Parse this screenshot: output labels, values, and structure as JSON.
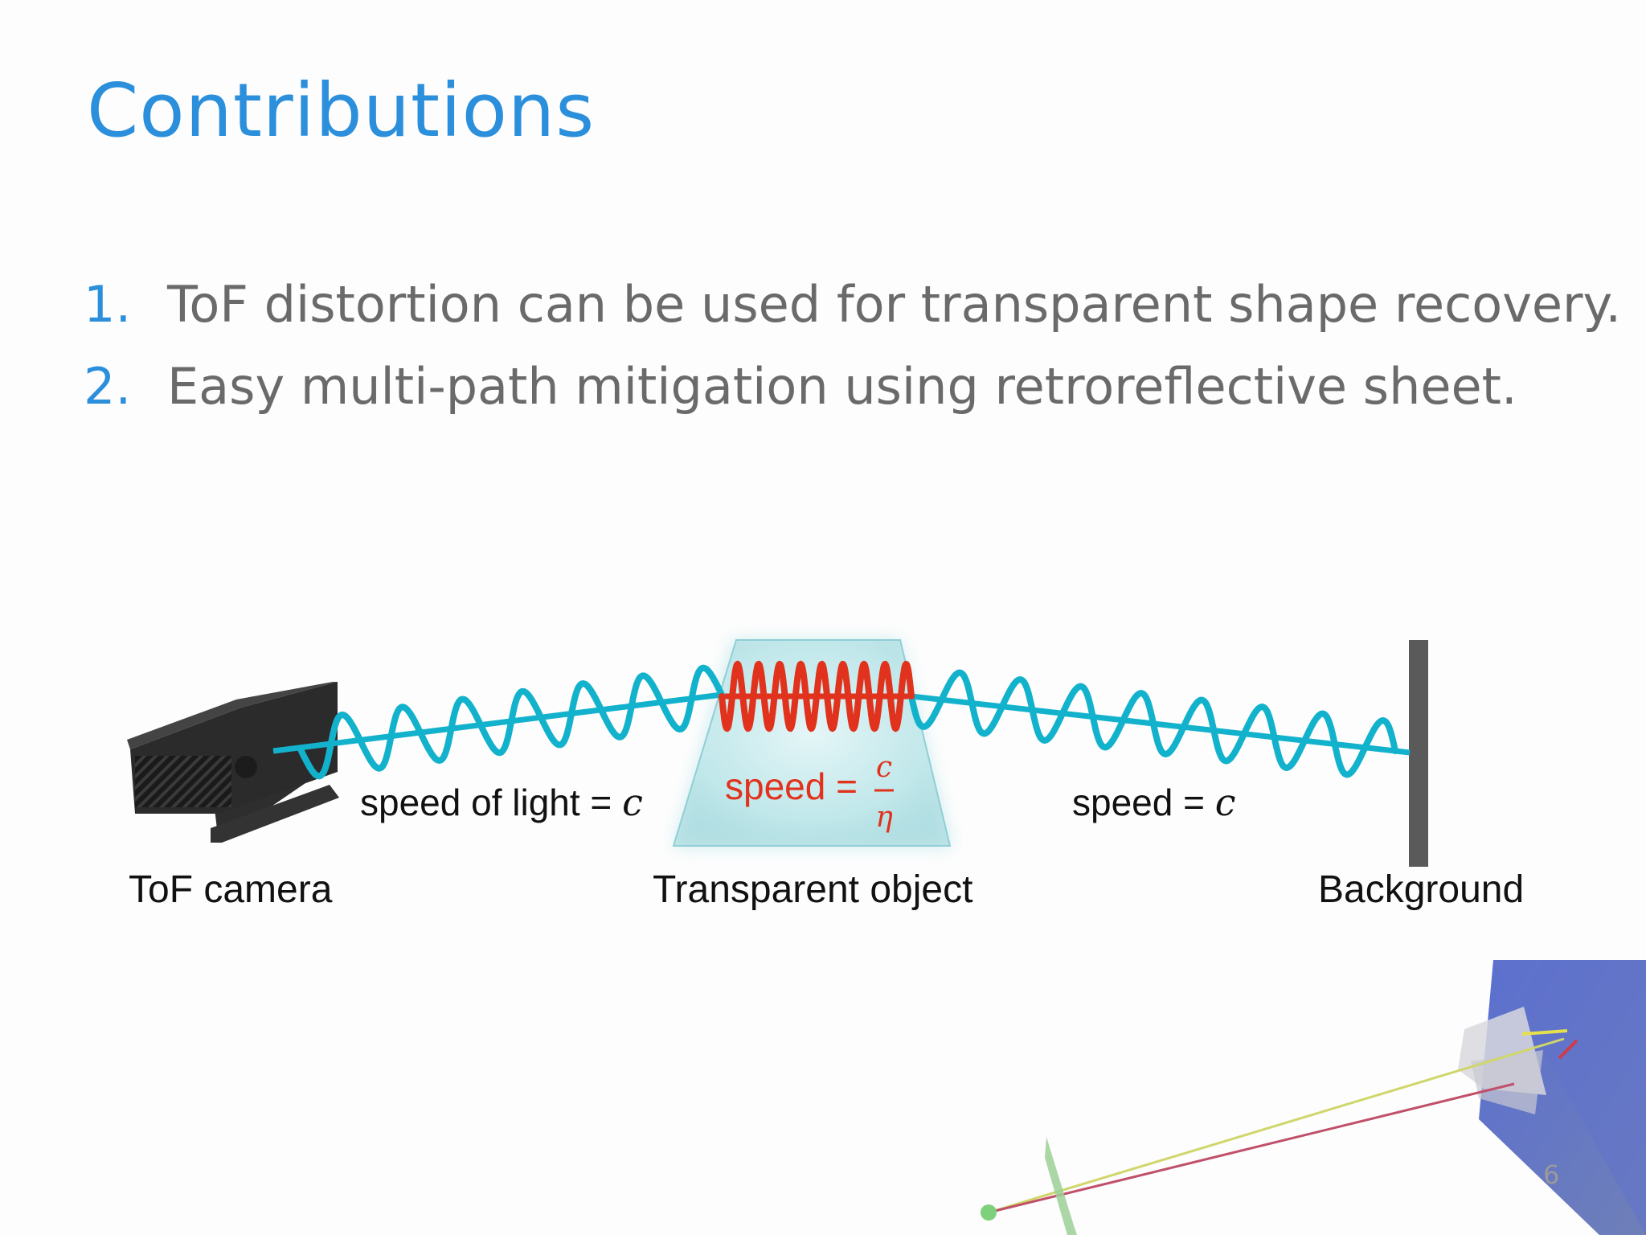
{
  "slide": {
    "title": "Contributions",
    "items": [
      {
        "number": "1.",
        "text": "ToF distortion can be used for transparent shape recovery."
      },
      {
        "number": "2.",
        "text": "Easy multi-path mitigation using retroreflective sheet."
      }
    ],
    "page_number": "6"
  },
  "diagram": {
    "labels": {
      "camera": "ToF camera",
      "object": "Transparent object",
      "background": "Background",
      "speed_left_text": "speed of light = ",
      "speed_left_var": "c",
      "speed_mid_text": "speed = ",
      "speed_mid_num": "c",
      "speed_mid_den": "η",
      "speed_right_text": "speed = ",
      "speed_right_var": "c"
    },
    "colors": {
      "wave": "#13b2cc",
      "wave_in_object": "#e0321c",
      "object_glass": "#bfe7ea",
      "background_bar": "#5a5a5a",
      "camera_body": "#2a2a2a",
      "title_accent": "#2b8fdc"
    }
  }
}
